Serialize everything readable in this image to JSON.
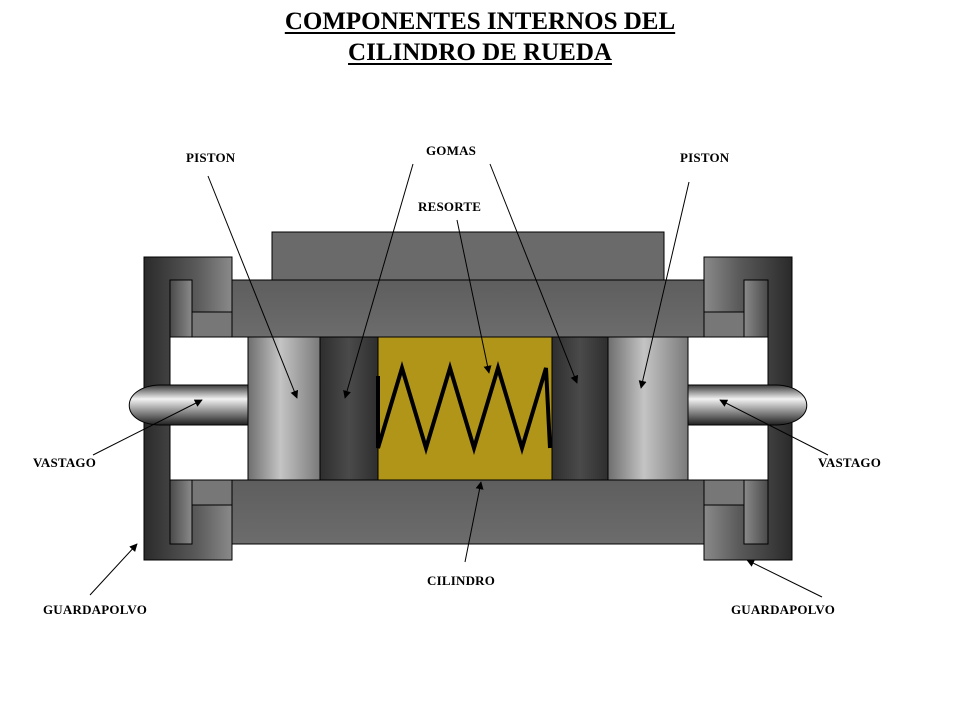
{
  "title": {
    "line1": "COMPONENTES INTERNOS DEL",
    "line2": "CILINDRO DE RUEDA"
  },
  "labels": {
    "piston_left": "PISTON",
    "piston_right": "PISTON",
    "gomas": "GOMAS",
    "resorte": "RESORTE",
    "vastago_left": "VASTAGO",
    "vastago_right": "VASTAGO",
    "cilindro": "CILINDRO",
    "guardapolvo_left": "GUARDAPOLVO",
    "guardapolvo_right": "GUARDAPOLVO"
  },
  "colors": {
    "spring_chamber": "#b09518",
    "rubber": "#3a3a3a",
    "housing": "#666666"
  }
}
